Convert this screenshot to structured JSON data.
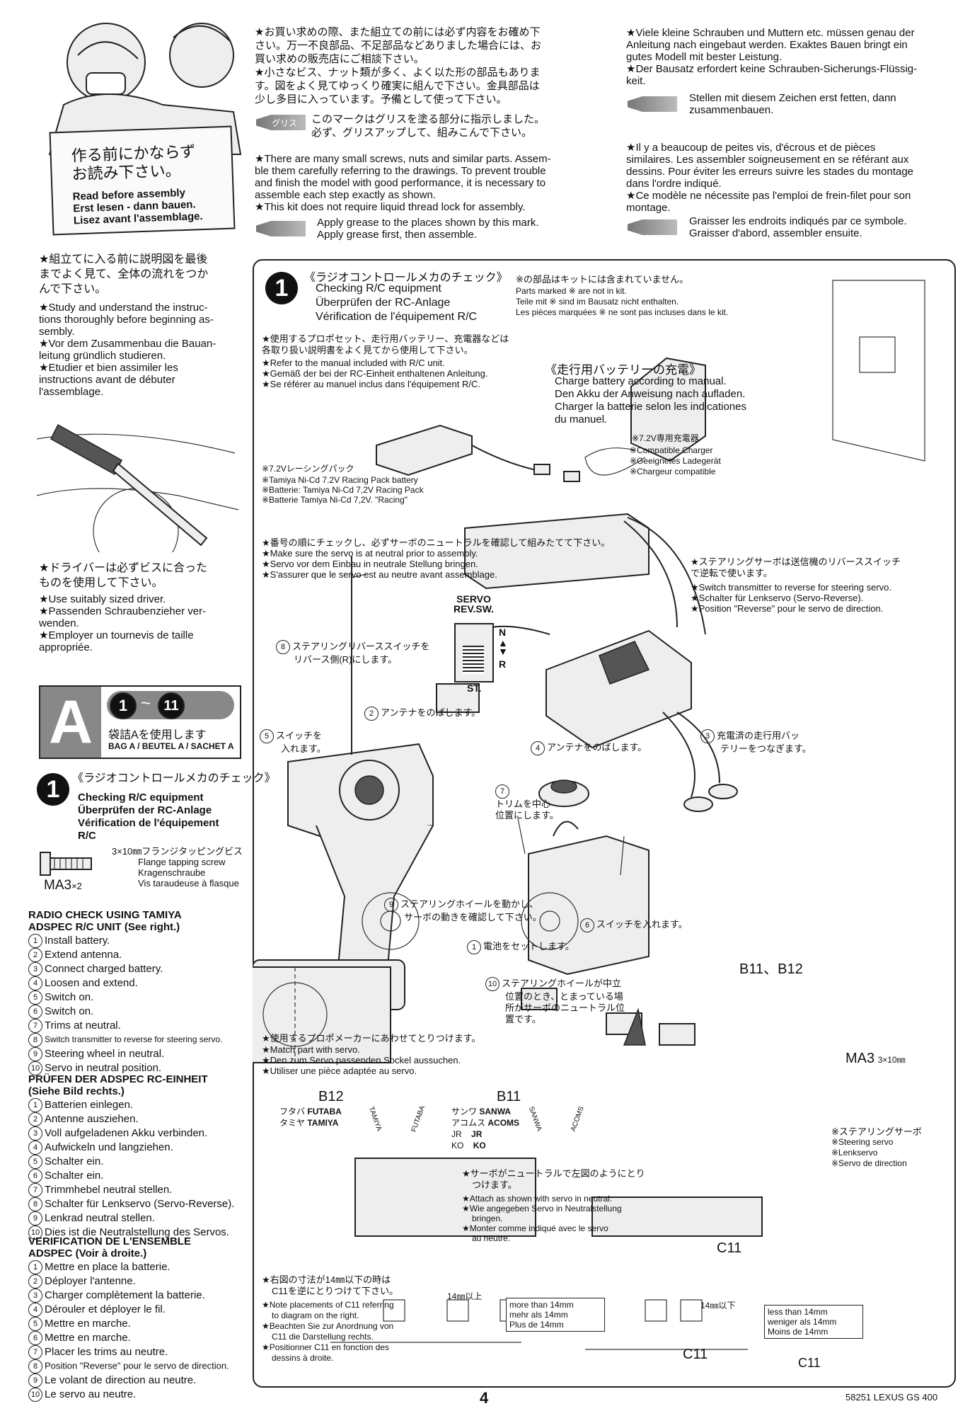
{
  "header": {
    "sign_jp": [
      "作る前にかならず",
      "お読み下さい。"
    ],
    "sign_en": "Read before assembly",
    "sign_de": "Erst lesen - dann bauen.",
    "sign_fr": "Lisez avant l'assemblage.",
    "center_jp": [
      "★お買い求めの際、また組立ての前には必ず内容をお確め下",
      "さい。万一不良部品、不足部品などありました場合には、お",
      "買い求めの販売店にご相談下さい。",
      "★小さなビス、ナット類が多く、よく以た形の部品もありま",
      "す。図をよく見てゆっくり確実に組んで下さい。金具部品は",
      "少し多目に入っています。予備として使って下さい。"
    ],
    "grease_label_jp": "グリス",
    "grease_note_jp": [
      "このマークはグリスを塗る部分に指示しました。",
      "必ず、グリスアップして、組みこんで下さい。"
    ],
    "center_en": [
      "★There are many small screws, nuts and similar parts. Assem-",
      "ble them carefully referring to the drawings. To prevent trouble",
      "and finish the model with good performance, it is necessary to",
      "assemble each step exactly as shown.",
      "★This kit does not require liquid thread lock for assembly."
    ],
    "grease_en": [
      "Apply grease to the places shown by this mark.",
      "Apply grease first, then assemble."
    ],
    "right_de": [
      "★Viele kleine Schrauben und Muttern etc. müssen genau der",
      "Anleitung nach eingebaut werden. Exaktes Bauen bringt ein",
      "gutes Modell mit bester Leistung.",
      "★Der Bausatz erfordert keine Schrauben-Sicherungs-Flüssig-",
      "keit."
    ],
    "grease_de": [
      "Stellen mit diesem Zeichen erst fetten, dann",
      "zusammenbauen."
    ],
    "right_fr": [
      "★Il y a beaucoup de peites vis, d'écrous et de pièces",
      "similaires. Les assembler soigneusement en se référant aux",
      "dessins. Pour éviter les erreurs suivre les stades du montage",
      "dans l'ordre indiqué.",
      "★Ce modèle ne nécessite pas l'emploi de frein-filet pour son",
      "montage."
    ],
    "grease_fr": [
      "Graisser les endroits indiqués par ce symbole.",
      "Graisser d'abord, assembler ensuite."
    ]
  },
  "left": {
    "study_jp": [
      "★組立てに入る前に説明図を最後",
      "までよく見て、全体の流れをつか",
      "んで下さい。"
    ],
    "study_en": [
      "★Study and understand the instruc-",
      "tions thoroughly before beginning as-",
      "sembly.",
      "★Vor dem Zusammenbau die Bauan-",
      "leitung gründlich studieren.",
      "★Etudier et bien assimiler les",
      "instructions avant de débuter",
      "l'assemblage."
    ],
    "driver_jp": [
      "★ドライバーは必ずビスに合った",
      "ものを使用して下さい。"
    ],
    "driver_en": [
      "★Use suitably sized driver.",
      "★Passenden Schraubenzieher ver-",
      "wenden.",
      "★Employer un tournevis de taille",
      "appropriée."
    ],
    "bag_letter": "A",
    "bag_range_start": "1",
    "bag_range_sep": "~",
    "bag_range_end": "11",
    "bag_jp": "袋詰Aを使用します",
    "bag_en": "BAG A / BEUTEL A / SACHET A",
    "step_num": "1",
    "step_jp": "《ラジオコントロールメカのチェック》",
    "step_en": [
      "Checking R/C equipment",
      "Überprüfen der RC-Anlage",
      "Vérification de l'équipement",
      "R/C"
    ],
    "screw_spec_jp": "3×10㎜フランジタッピングビス",
    "screw_spec": [
      "Flange tapping screw",
      "Kragenschraube",
      "Vis taraudeuse à flasque"
    ],
    "screw_code": "MA3",
    "screw_qty": "×2",
    "radio_title": [
      "RADIO CHECK USING TAMIYA",
      "ADSPEC R/C UNIT (See right.)"
    ],
    "radio_steps": [
      "Install battery.",
      "Extend antenna.",
      "Connect charged battery.",
      "Loosen and extend.",
      "Switch on.",
      "Switch on.",
      "Trims at neutral.",
      "Switch transmitter to reverse for steering servo.",
      "Steering wheel in neutral.",
      "Servo in neutral position."
    ],
    "de_title": [
      "PRÜFEN DER ADSPEC RC-EINHEIT",
      "(Siehe Bild rechts.)"
    ],
    "de_steps": [
      "Batterien einlegen.",
      "Antenne ausziehen.",
      "Voll aufgeladenen Akku verbinden.",
      "Aufwickeln und langziehen.",
      "Schalter ein.",
      "Schalter ein.",
      "Trimmhebel neutral stellen.",
      "Schalter für Lenkservo (Servo-Reverse).",
      "Lenkrad neutral stellen.",
      "Dies ist die Neutralstellung des Servos."
    ],
    "fr_title": [
      "VERIFICATION DE L'ENSEMBLE",
      "ADSPEC (Voir à droite.)"
    ],
    "fr_steps": [
      "Mettre en place la batterie.",
      "Déployer l'antenne.",
      "Charger complètement la batterie.",
      "Dérouler et déployer le fil.",
      "Mettre en marche.",
      "Mettre en marche.",
      "Placer les trims au neutre.",
      "Position \"Reverse\" pour le servo de direction.",
      "Le volant de direction au neutre.",
      "Le servo au neutre."
    ]
  },
  "main": {
    "step_num": "1",
    "title_jp": "《ラジオコントロールメカのチェック》",
    "title_en": [
      "Checking R/C equipment",
      "Überprüfen der RC-Anlage",
      "Vérification de l'équipement R/C"
    ],
    "notin_jp": "※の部品はキットには含まれていません。",
    "notin": [
      "Parts marked ※ are not in kit.",
      "Teile mit ※ sind im Bausatz nicht enthalten.",
      "Les pièces marquées ※ ne sont pas incluses dans le kit."
    ],
    "manual_jp": [
      "★使用するプロポセット、走行用バッテリー、充電器などは",
      "各取り扱い説明書をよく見てから使用して下さい。"
    ],
    "manual": [
      "★Refer to the manual included with R/C unit.",
      "★Gemäß der bei der RC-Einheit enthaltenen Anleitung.",
      "★Se référer au manuel inclus dans l'équipement R/C."
    ],
    "charge_jp": "《走行用バッテリーの充電》",
    "charge": [
      "Charge battery according to manual.",
      "Den Akku der Anweisung nach aufladen.",
      "Charger la batterie selon les indicationes",
      "du manuel."
    ],
    "charger_jp": "※7.2V専用充電器",
    "charger": [
      "※Compatible Charger",
      "※Geeignetes Ladegerät",
      "※Chargeur compatible"
    ],
    "pack_jp": "※7.2Vレーシングパック",
    "pack": [
      "※Tamiya Ni-Cd 7.2V Racing Pack battery",
      "※Batterie: Tamiya Ni-Cd 7,2V Racing Pack",
      "※Batterie Tamiya Ni-Cd 7,2V. \"Racing\""
    ],
    "order_jp": "★番号の順にチェックし、必ずサーボのニュートラルを確認して組みたてて下さい。",
    "order": [
      "★Make sure the servo is at neutral prior to assembly.",
      "★Servo vor dem Einbau in neutrale Stellung bringen.",
      "★S'assurer que le servo est au neutre avant assemblage."
    ],
    "servo_rev_title": [
      "SERVO",
      "REV.SW."
    ],
    "servo_rev_n": "N",
    "servo_rev_r": "R",
    "servo_rev_st": "ST.",
    "reverse_jp": [
      "★ステアリングサーボは送信機のリバーススイッチ",
      "で逆転で使います。"
    ],
    "reverse": [
      "★Switch transmitter to reverse for steering servo.",
      "★Schalter für Lenkservo (Servo-Reverse).",
      "★Position \"Reverse\" pour le servo de direction."
    ],
    "c8": [
      "ステアリングリバーススイッチを",
      "リバース側(R)にします。"
    ],
    "c2": "アンテナをのばします。",
    "c5": [
      "スイッチを",
      "入れます。"
    ],
    "c4": "アンテナをのばします。",
    "c3": [
      "充電済の走行用バッ",
      "テリーをつなぎます。"
    ],
    "c7": [
      "トリムを中心",
      "位置にします。"
    ],
    "c9": [
      "ステアリングホイールを動かし、",
      "サーボの動きを確認して下さい。"
    ],
    "c6": "スイッチを入れます。",
    "c1": "電池をセットします。",
    "c10": [
      "ステアリングホイールが中立",
      "位置のとき、とまっている場",
      "所がサーボのニュートラル位",
      "置です。"
    ],
    "b11b12": "B11、B12",
    "ma3": "MA3",
    "ma3_size": "3×10㎜",
    "match_jp": "★使用するプロポメーカーにあわせてとりつけます。",
    "match": [
      "★Match part with servo.",
      "★Den zum Servo passenden Sockel aussuchen.",
      "★Utiliser une pièce adaptée au servo."
    ],
    "b12_label": "B12",
    "b12_makers_jp": [
      "フタバ",
      "タミヤ"
    ],
    "b12_makers": [
      "FUTABA",
      "TAMIYA"
    ],
    "b12_ring_left": "TAMIYA",
    "b12_ring_right": "FUTABA",
    "b11_label": "B11",
    "b11_makers_jp": [
      "サンワ",
      "アコムス"
    ],
    "b11_makers": [
      "SANWA",
      "ACOMS",
      "JR",
      "KO"
    ],
    "b11_makers2": [
      "JR",
      "KO"
    ],
    "b11_ring_left": "SANWA",
    "b11_ring_right": "ACOMS",
    "servo_jp": "※ステアリングサーボ",
    "servo": [
      "※Steering servo",
      "※Lenkservo",
      "※Servo de direction"
    ],
    "neutral_jp": [
      "★サーボがニュートラルで左図のようにとり",
      "つけます。"
    ],
    "neutral": [
      "★Attach as shown with servo in neutral.",
      "★Wie angegeben Servo in Neutralstellung",
      "bringen.",
      "★Monter comme indiqué avec le servo",
      "au neutre."
    ],
    "c11": "C11",
    "c11_b": "C11",
    "c11_c": "C11",
    "size_jp": [
      "★右図の寸法が14㎜以下の時は",
      "C11を逆にとりつけて下さい。"
    ],
    "size": [
      "★Note placements of C11 referring",
      "to diagram on the right.",
      "★Beachten Sie zur Anordnung von",
      "C11 die Darstellung rechts.",
      "★Positionner C11 en fonction des",
      "dessins à droite."
    ],
    "more_label": "14㎜以上",
    "more": [
      "more than 14mm",
      "mehr als 14mm",
      "Plus de 14mm"
    ],
    "less_label": "14㎜以下",
    "less": [
      "less than 14mm",
      "weniger als 14mm",
      "Moins de 14mm"
    ]
  },
  "footer": {
    "page": "4",
    "kit": "58251 LEXUS GS 400"
  }
}
